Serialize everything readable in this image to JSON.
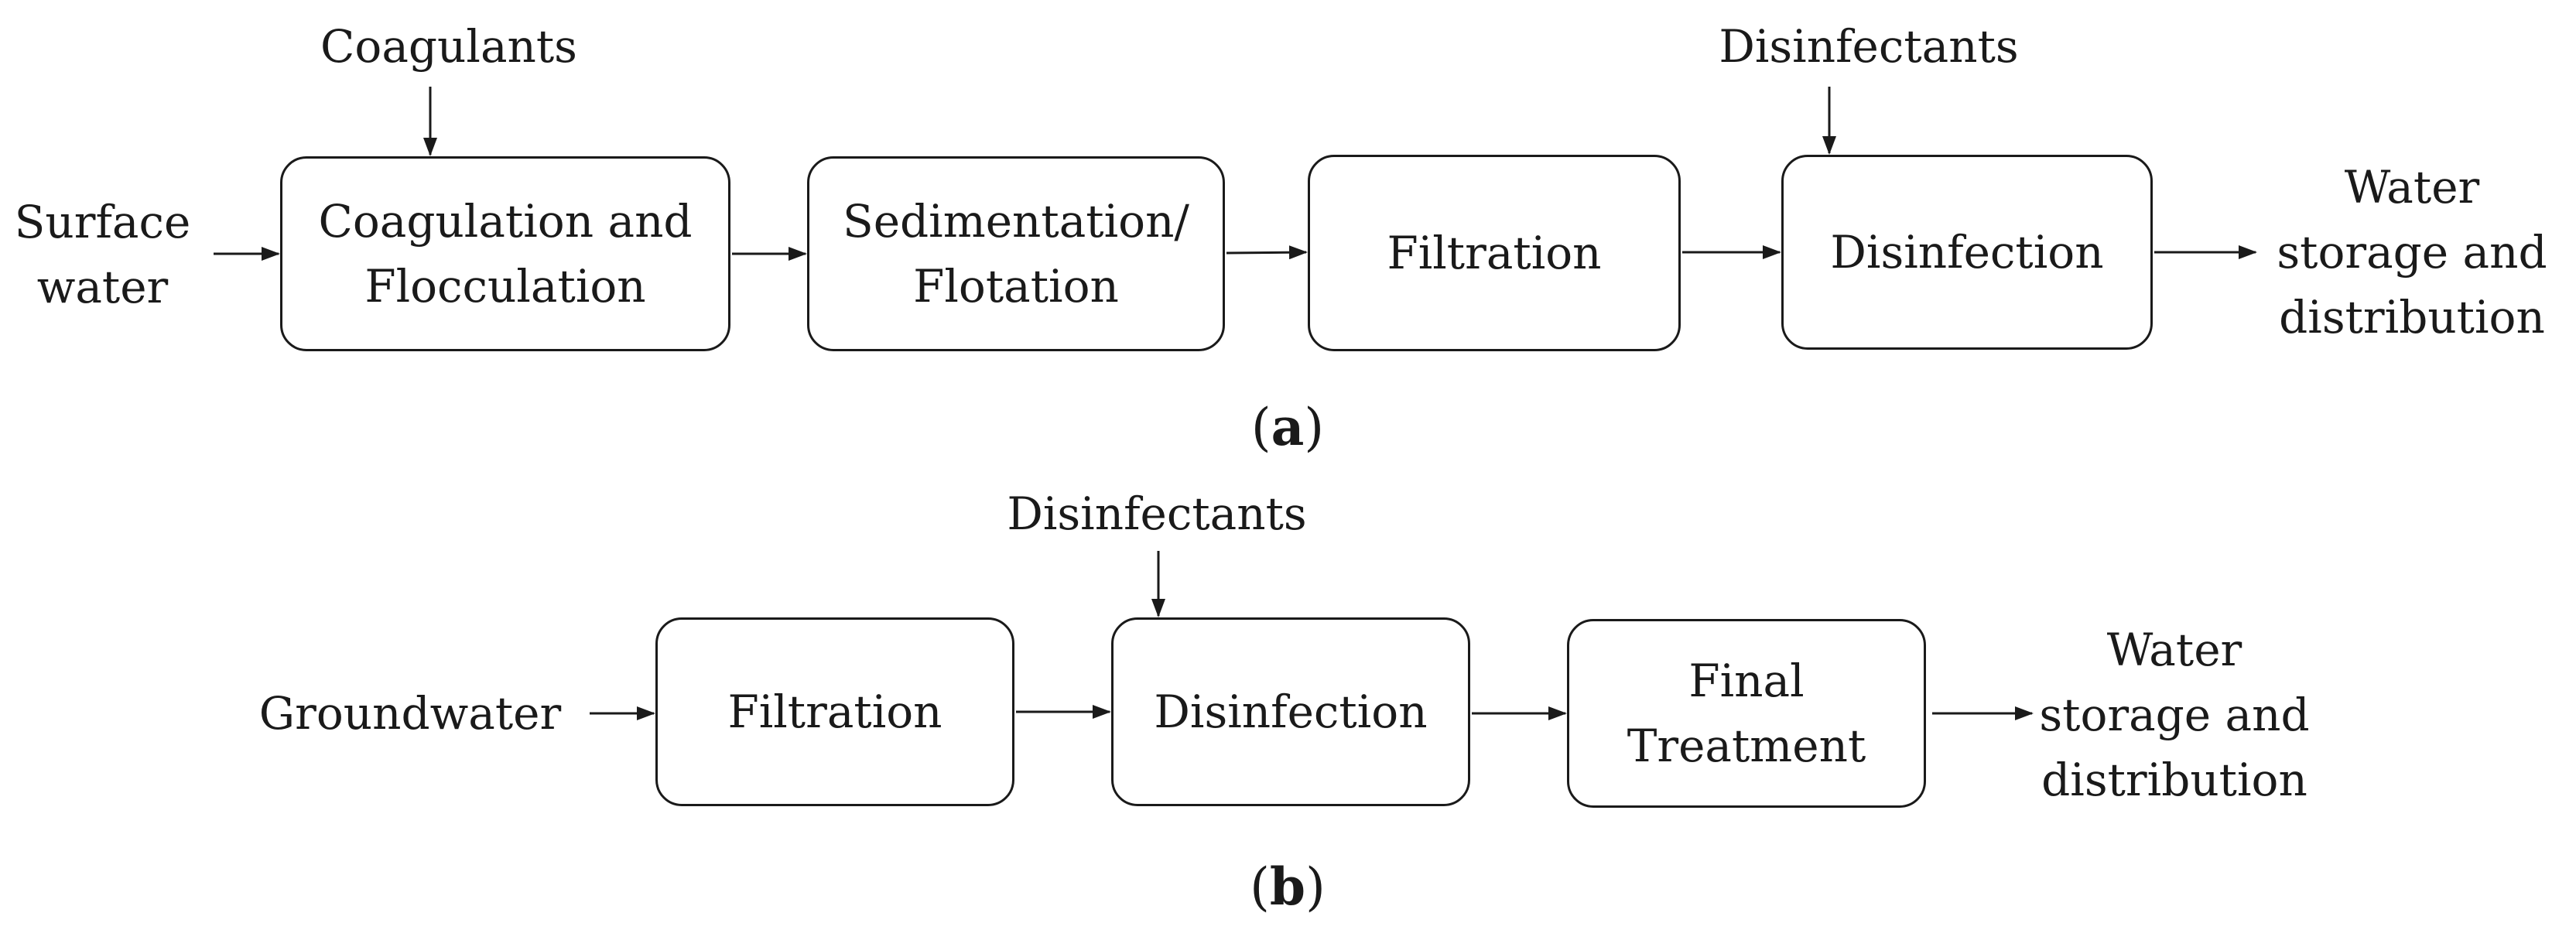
{
  "diagram_a": {
    "caption_open": "(",
    "caption_letter": "a",
    "caption_close": ")",
    "input_label": "Surface\nwater",
    "top_input_1": "Coagulants",
    "top_input_2": "Disinfectants",
    "steps": [
      "Coagulation and\nFlocculation",
      "Sedimentation/\nFlotation",
      "Filtration",
      "Disinfection"
    ],
    "output_label": "Water\nstorage and\ndistribution"
  },
  "diagram_b": {
    "caption_open": "(",
    "caption_letter": "b",
    "caption_close": ")",
    "input_label": "Groundwater",
    "top_input": "Disinfectants",
    "steps": [
      "Filtration",
      "Disinfection",
      "Final\nTreatment"
    ],
    "output_label": "Water\nstorage and\ndistribution"
  }
}
